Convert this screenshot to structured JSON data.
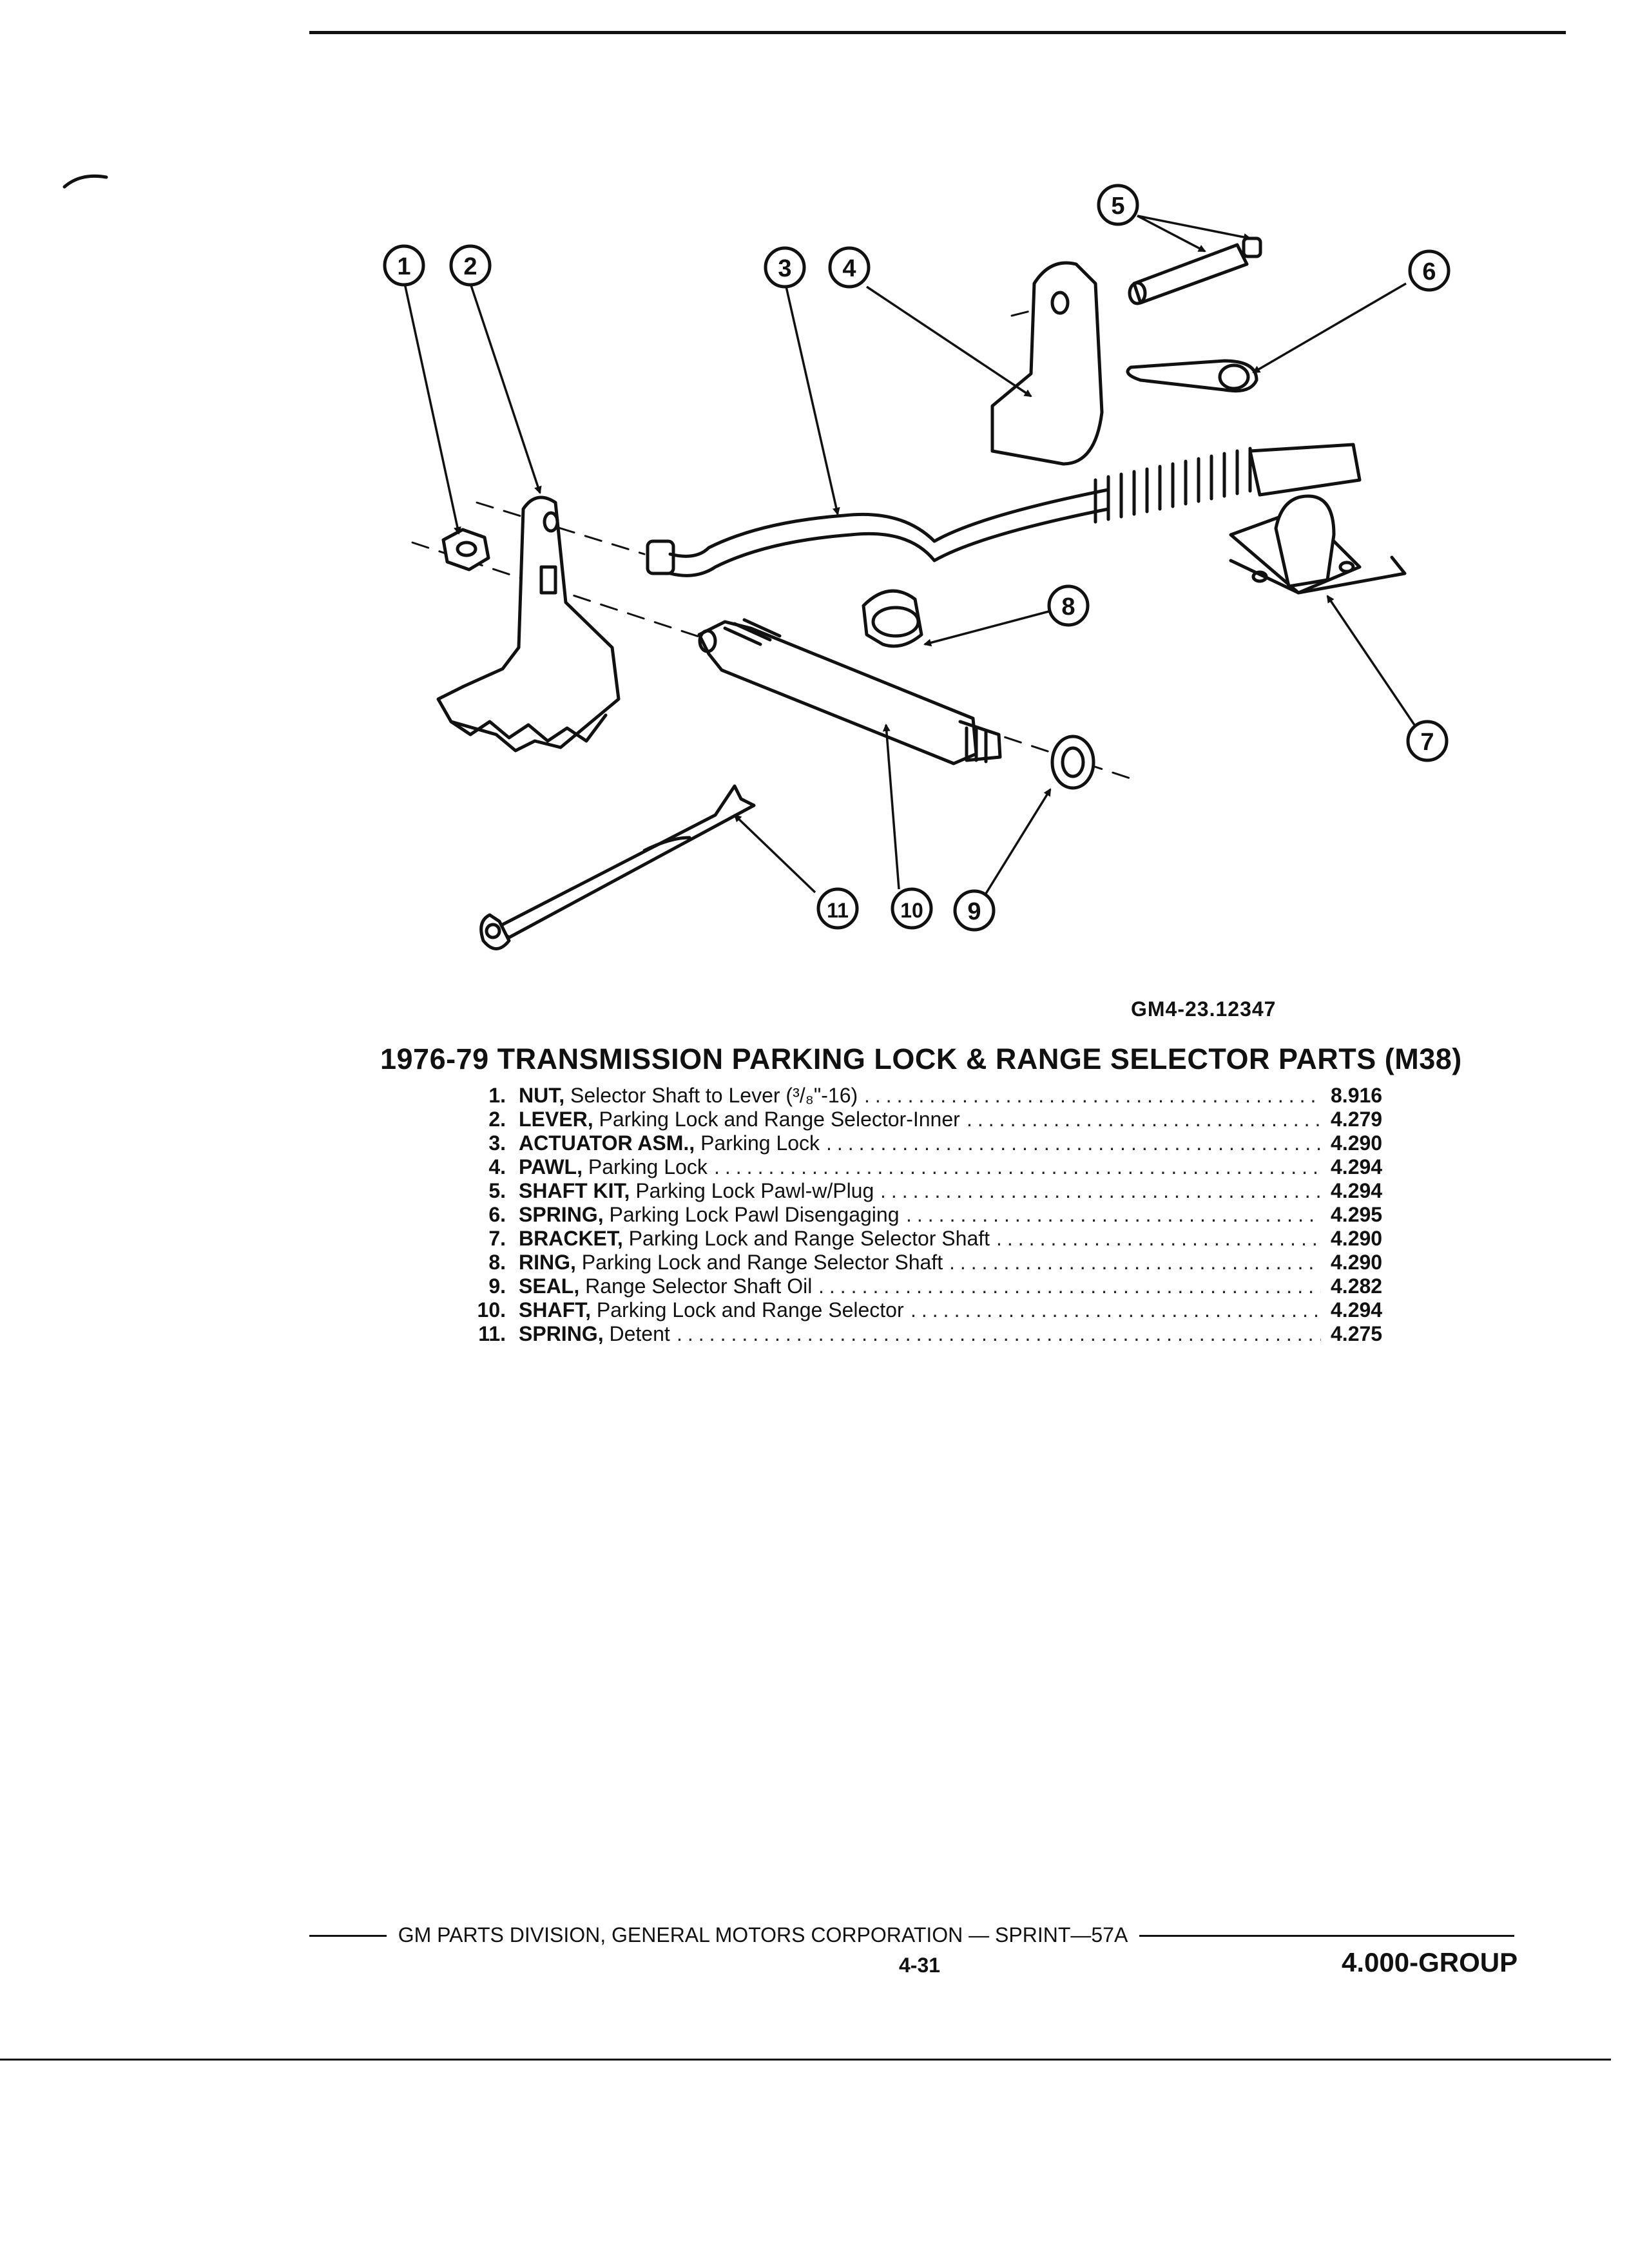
{
  "figure": {
    "id": "GM4-23.12347",
    "callouts": [
      "1",
      "2",
      "3",
      "4",
      "5",
      "6",
      "7",
      "8",
      "9",
      "10",
      "11"
    ]
  },
  "parts_list": {
    "title": "1976-79 TRANSMISSION PARKING LOCK & RANGE SELECTOR PARTS (M38)",
    "items": [
      {
        "num": "1.",
        "name": "NUT,",
        "desc": " Selector Shaft to Lever (³/₈\"-16)",
        "group": "8.916"
      },
      {
        "num": "2.",
        "name": "LEVER,",
        "desc": " Parking Lock and Range Selector-Inner",
        "group": "4.279"
      },
      {
        "num": "3.",
        "name": "ACTUATOR ASM.,",
        "desc": " Parking Lock",
        "group": "4.290"
      },
      {
        "num": "4.",
        "name": "PAWL,",
        "desc": " Parking Lock",
        "group": "4.294"
      },
      {
        "num": "5.",
        "name": "SHAFT KIT,",
        "desc": " Parking Lock Pawl-w/Plug",
        "group": "4.294"
      },
      {
        "num": "6.",
        "name": "SPRING,",
        "desc": " Parking Lock Pawl Disengaging",
        "group": "4.295"
      },
      {
        "num": "7.",
        "name": "BRACKET,",
        "desc": " Parking Lock and Range Selector Shaft",
        "group": "4.290"
      },
      {
        "num": "8.",
        "name": "RING,",
        "desc": " Parking Lock and Range Selector Shaft",
        "group": "4.290"
      },
      {
        "num": "9.",
        "name": "SEAL,",
        "desc": " Range Selector Shaft Oil",
        "group": "4.282"
      },
      {
        "num": "10.",
        "name": "SHAFT,",
        "desc": " Parking Lock and Range Selector",
        "group": "4.294"
      },
      {
        "num": "11.",
        "name": "SPRING,",
        "desc": " Detent",
        "group": "4.275"
      }
    ]
  },
  "footer": {
    "corporation": "GM PARTS DIVISION, GENERAL MOTORS CORPORATION — SPRINT—57A",
    "page": "4-31",
    "group": "4.000-GROUP"
  }
}
